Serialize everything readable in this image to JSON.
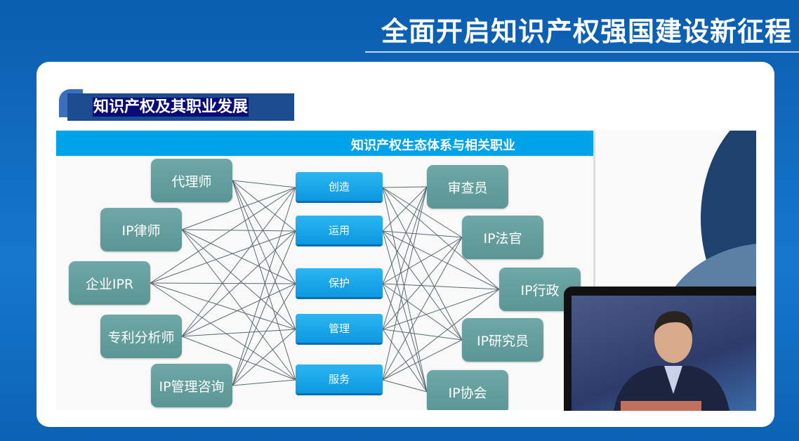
{
  "slide_title": "全面开启知识产权强国建设新征程",
  "section_title": "知识产权及其职业发展",
  "diagram": {
    "title": "知识产权生态体系与相关职业",
    "left": [
      "代理师",
      "IP律师",
      "企业IPR",
      "专利分析师",
      "IP管理咨询"
    ],
    "middle": [
      "创造",
      "运用",
      "保护",
      "管理",
      "服务"
    ],
    "right": [
      "审查员",
      "IP法官",
      "IP行政",
      "IP研究员",
      "IP协会"
    ]
  },
  "colors": {
    "header": "#00a2ea",
    "node": "#63a09e",
    "middle": "#1aa6ea",
    "background": "#0b5db0"
  }
}
